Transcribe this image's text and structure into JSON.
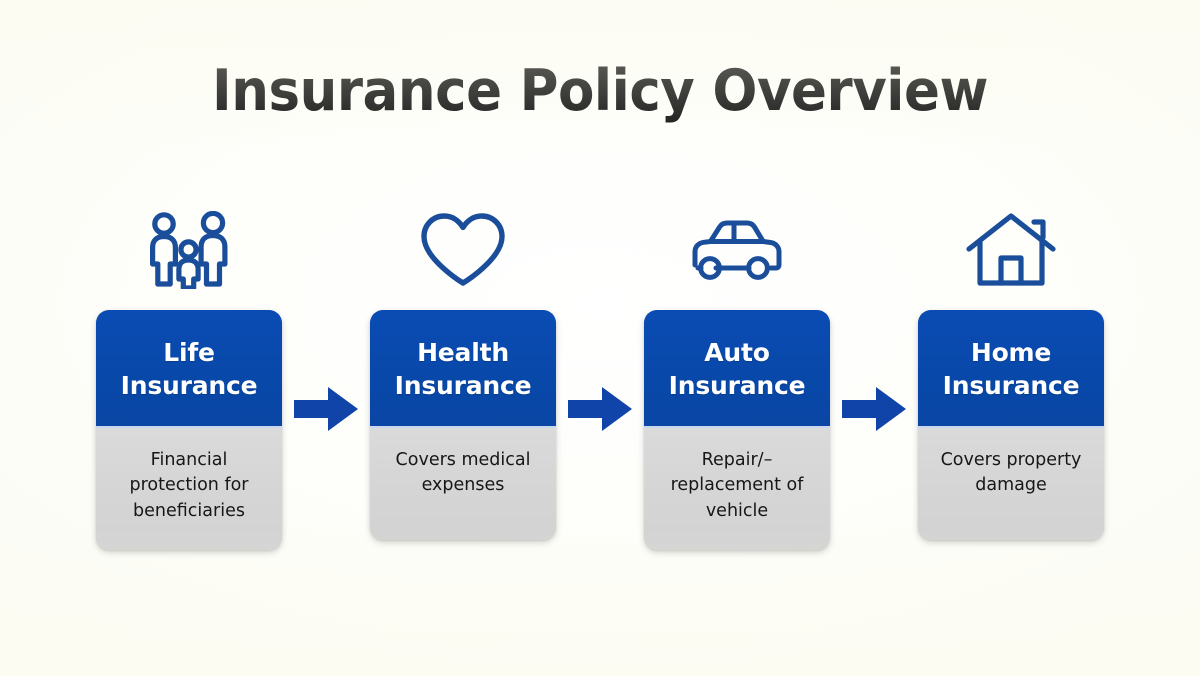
{
  "title": "Insurance Policy Overview",
  "colors": {
    "header_blue": "#0A48A8",
    "body_gray": "#D5D5D5",
    "icon_blue": "#1A4E9B",
    "arrow_blue": "#1144A8",
    "background": "#FDFDF9",
    "header_text": "#FFFFFF",
    "body_text": "#171717",
    "title_text": "#0D0D0D"
  },
  "steps": [
    {
      "icon": "family-icon",
      "title_line1": "Life",
      "title_line2": "Insurance",
      "description": "Financial protection for beneficiaries"
    },
    {
      "icon": "heart-icon",
      "title_line1": "Health",
      "title_line2": "Insurance",
      "description": "Covers medical expenses"
    },
    {
      "icon": "car-icon",
      "title_line1": "Auto",
      "title_line2": "Insurance",
      "description": "Repair/– replacement of vehicle"
    },
    {
      "icon": "house-icon",
      "title_line1": "Home",
      "title_line2": "Insurance",
      "description": "Covers property damage"
    }
  ],
  "connectors": [
    {
      "icon": "arrow-right-icon"
    },
    {
      "icon": "arrow-right-icon"
    },
    {
      "icon": "arrow-right-icon"
    }
  ]
}
